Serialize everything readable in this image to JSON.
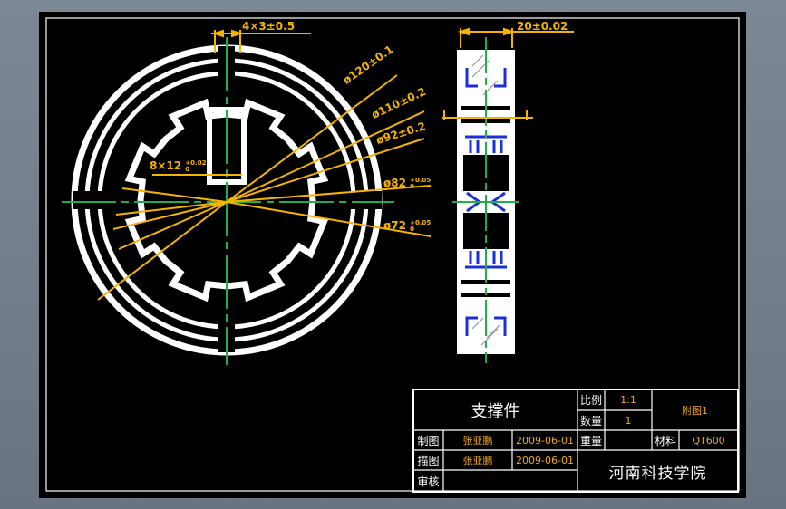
{
  "drawing": {
    "colors": {
      "sheet": "#000000",
      "frame": "#ffffff",
      "part": "#ffffff",
      "dimension": "#f5b400",
      "centerline": "#1fae4b",
      "hatch": "#1a2fd8",
      "titleblock_value": "#f2a81d"
    },
    "dimensions": {
      "keyway_top": "4×3±0.5",
      "d120": "ø120±0.1",
      "d110": "ø110±0.2",
      "d92": "ø92±0.2",
      "d82": "ø82",
      "d82_tol": "+0.05\n0",
      "d72": "ø72",
      "d72_tol": "+0.05\n0",
      "spline": "8×12",
      "spline_tol": "+0.02\n0",
      "width": "20±0.02"
    }
  },
  "title_block": {
    "part_name": "支撑件",
    "scale_label": "比例",
    "scale_value": "1:1",
    "quantity_label": "数量",
    "quantity_value": "1",
    "figure_label": "附图1",
    "weight_label": "重量",
    "material_label": "材料",
    "material_value": "QT600",
    "drawn_label": "制图",
    "drawn_by": "张亚鹏",
    "drawn_date": "2009-06-01",
    "traced_label": "描图",
    "traced_by": "张亚鹏",
    "traced_date": "2009-06-01",
    "review_label": "审核",
    "school": "河南科技学院"
  }
}
